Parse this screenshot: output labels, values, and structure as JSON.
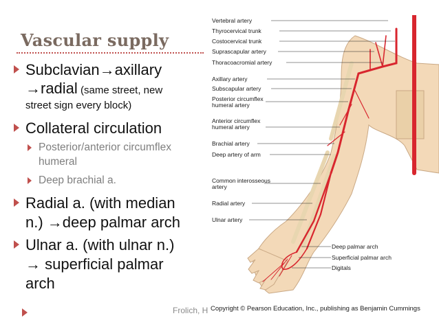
{
  "slide": {
    "title": "Vascular supply",
    "bullets": {
      "b1_line1": "Subclavian→axillary",
      "b1_line2_main": "→radial",
      "b1_line2_note": " (same street, new",
      "b1_line3": "street sign every block)",
      "b2": "Collateral circulation",
      "b2_sub1_line1": "Posterior/anterior circumflex",
      "b2_sub1_line2": "humeral",
      "b2_sub2": "Deep brachial a.",
      "b3_line1": "Radial a. (with median",
      "b3_line2": "n.) →deep palmar arch",
      "b4_line1": "Ulnar a. (with ulnar n.)",
      "b4_line2": "→ superficial palmar",
      "b4_line3": "arch"
    },
    "footer": "Frolich, H"
  },
  "figure": {
    "labels": {
      "vertebral": "Vertebral artery",
      "thyrocervical": "Thyrocervical trunk",
      "costocervical": "Costocervical trunk",
      "suprascapular": "Suprascapular artery",
      "thoracoacromial": "Thoracoacromial artery",
      "axillary": "Axillary artery",
      "subscapular": "Subscapular artery",
      "posterior_circumflex_1": "Posterior circumflex",
      "posterior_circumflex_2": "humeral artery",
      "anterior_circumflex_1": "Anterior circumflex",
      "anterior_circumflex_2": "humeral artery",
      "brachial": "Brachial artery",
      "deep_arm": "Deep artery of arm",
      "common_interosseous_1": "Common interosseous",
      "common_interosseous_2": "artery",
      "radial": "Radial artery",
      "ulnar": "Ulnar artery",
      "deep_palmar": "Deep palmar arch",
      "superficial_palmar": "Superficial palmar arch",
      "digitals": "Digitals"
    },
    "copyright": "Copyright © Pearson Education, Inc., publishing as Benjamin Cummings"
  },
  "colors": {
    "accent": "#c0504d",
    "title": "#7a6a60",
    "subtext": "#7f7f7f",
    "skin": "#f3d9b8",
    "artery": "#d8262e"
  }
}
